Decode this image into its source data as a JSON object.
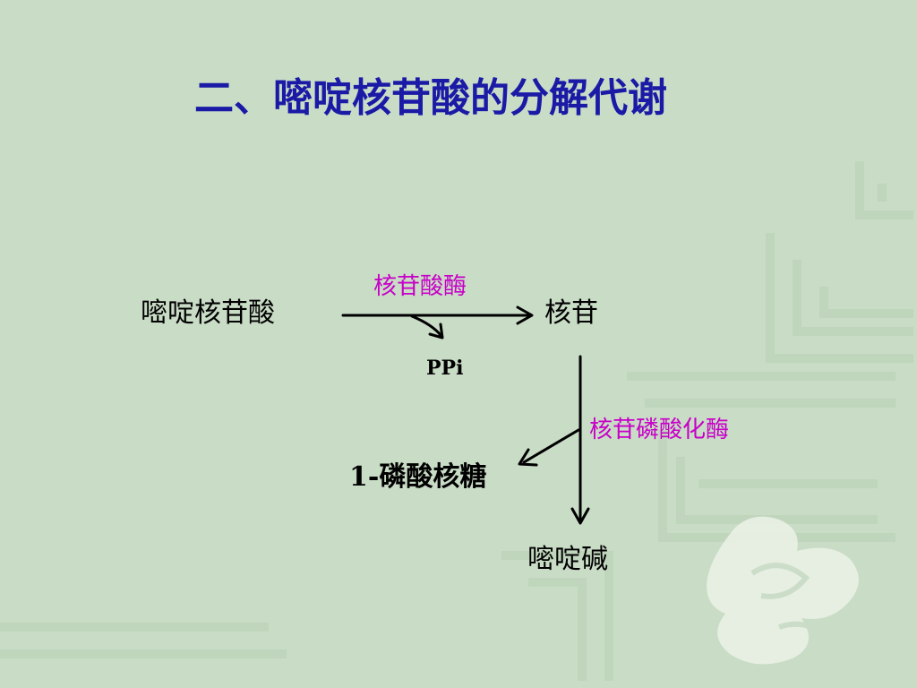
{
  "title": "二、嘧啶核苷酸的分解代谢",
  "diagram": {
    "substrate": "嘧啶核苷酸",
    "enzyme1": "核苷酸酶",
    "product1": "核苷",
    "byproduct1": "PPi",
    "enzyme2": "核苷磷酸化酶",
    "product2": "1-磷酸核糖",
    "product3": "嘧啶碱"
  },
  "colors": {
    "title": "#1a1aa6",
    "enzyme": "#c800c8",
    "text": "#000000",
    "background": "#c9dcc6"
  }
}
